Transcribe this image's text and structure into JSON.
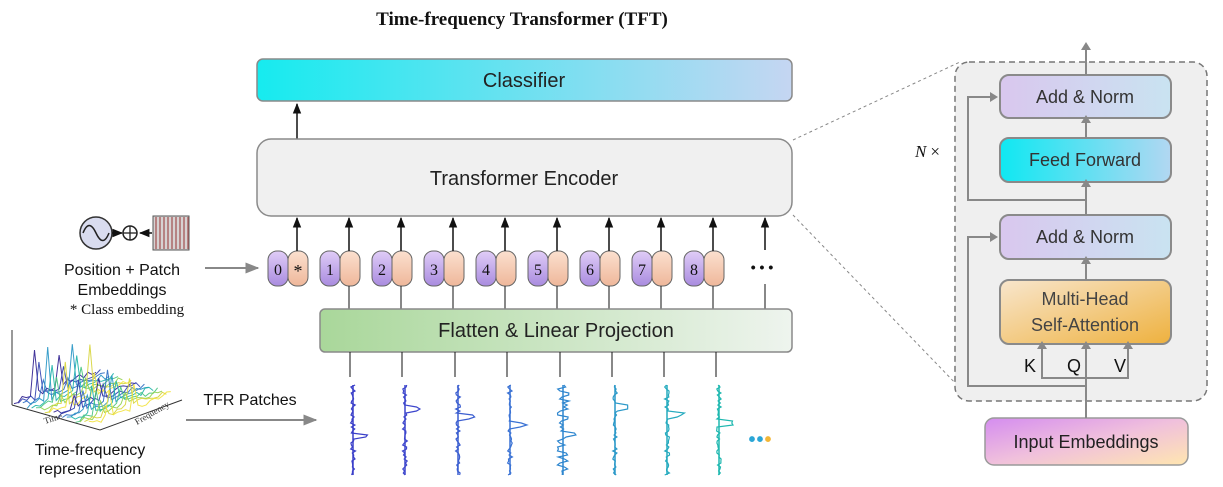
{
  "title": "Time-frequency Transformer (TFT)",
  "classifier_label": "Classifier",
  "encoder_label": "Transformer Encoder",
  "flatten_label": "Flatten & Linear Projection",
  "tokens": [
    "0",
    "1",
    "2",
    "3",
    "4",
    "5",
    "6",
    "7",
    "8"
  ],
  "class_token_marker": "*",
  "ellipsis": "• • •",
  "embedding_label_line1": "Position + Patch",
  "embedding_label_line2": "Embeddings",
  "class_embedding_note": "* Class embedding",
  "tfr_patches_label": "TFR Patches",
  "tfr_label_line1": "Time-frequency",
  "tfr_label_line2": "representation",
  "tfr_axis_time": "Time",
  "tfr_axis_frequency": "Frequency",
  "n_times_label": "N ×",
  "encoder_detail": {
    "add_norm_top": "Add & Norm",
    "feed_forward": "Feed Forward",
    "add_norm_bottom": "Add & Norm",
    "mha_line1": "Multi-Head",
    "mha_line2": "Self-Attention",
    "k": "K",
    "q": "Q",
    "v": "V",
    "input_embeddings": "Input Embeddings"
  },
  "colors": {
    "patch_signal_colors": [
      "#3a3fc9",
      "#3d46cc",
      "#3b5ed0",
      "#3a72d4",
      "#2e86cf",
      "#2a98c8",
      "#25aabe",
      "#1fb8b0"
    ],
    "token_left": "#c9a8ee",
    "token_right": "#f6cfb4",
    "classifier": "#1ee8ee",
    "feed_forward": "#12e6f0",
    "mha": "#f0b94a"
  }
}
